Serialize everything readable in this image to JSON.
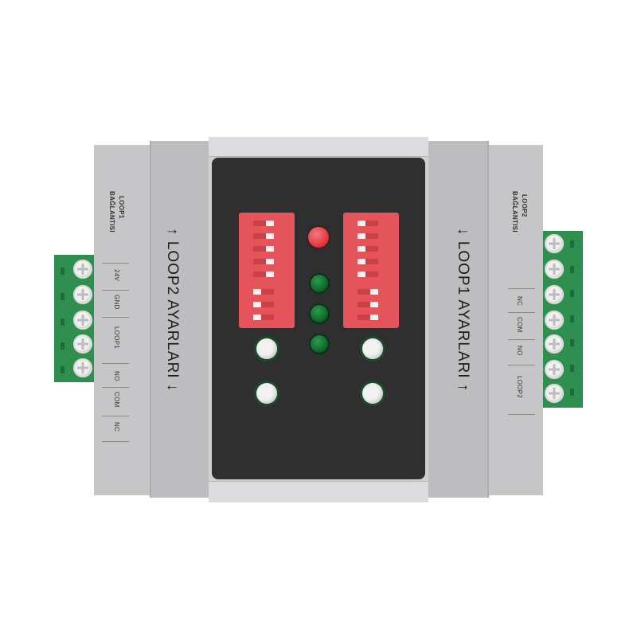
{
  "left_panel": {
    "title": "LOOP1",
    "subtitle": "BAĞLANTISI",
    "terminals": [
      "24V",
      "GND",
      "LOOP1",
      "NO",
      "COM",
      "NC"
    ]
  },
  "right_panel": {
    "title": "LOOP2",
    "subtitle": "BAĞLANTISI",
    "terminals": [
      "NC",
      "COM",
      "NO",
      "LOOP2"
    ]
  },
  "settings_left": {
    "label": "↑ LOOP2 AYARLARI ↓"
  },
  "settings_right": {
    "label": "↓ LOOP1 AYARLARI ↑"
  },
  "colors": {
    "housing": "#c6c6c8",
    "face": "#2f2f2f",
    "terminal_block": "#2e8f4e",
    "dip_switch": "#e4545a",
    "led_red": "#e33b40",
    "led_green": "#0e6b2a"
  },
  "dip_left": {
    "switch_count": 8
  },
  "dip_right": {
    "switch_count": 8
  }
}
